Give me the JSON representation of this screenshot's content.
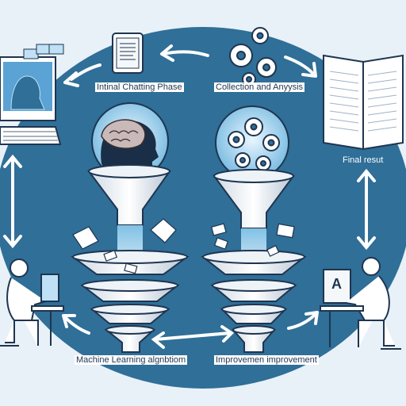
{
  "diagram": {
    "labels": {
      "initial": "Intinal Chatting Phase",
      "collection": "Collection and Anyysis",
      "final": "Final resut",
      "machine": "Machine Learning algnbtiom",
      "improvement": "Improvemen improvement"
    },
    "screen_letter": "A",
    "colors": {
      "background": "#2f6f98",
      "background_light": "#e8f1f8",
      "line": "#1f3550",
      "highlight": "#bfe0f5"
    },
    "icons": [
      "tablet-icon",
      "gears-icon",
      "open-book-icon",
      "computer-icon",
      "brain-head-icon",
      "gears-bulb-icon",
      "funnel-icon",
      "envelope-icon",
      "person-at-desk-icon",
      "arrow-icon"
    ]
  }
}
